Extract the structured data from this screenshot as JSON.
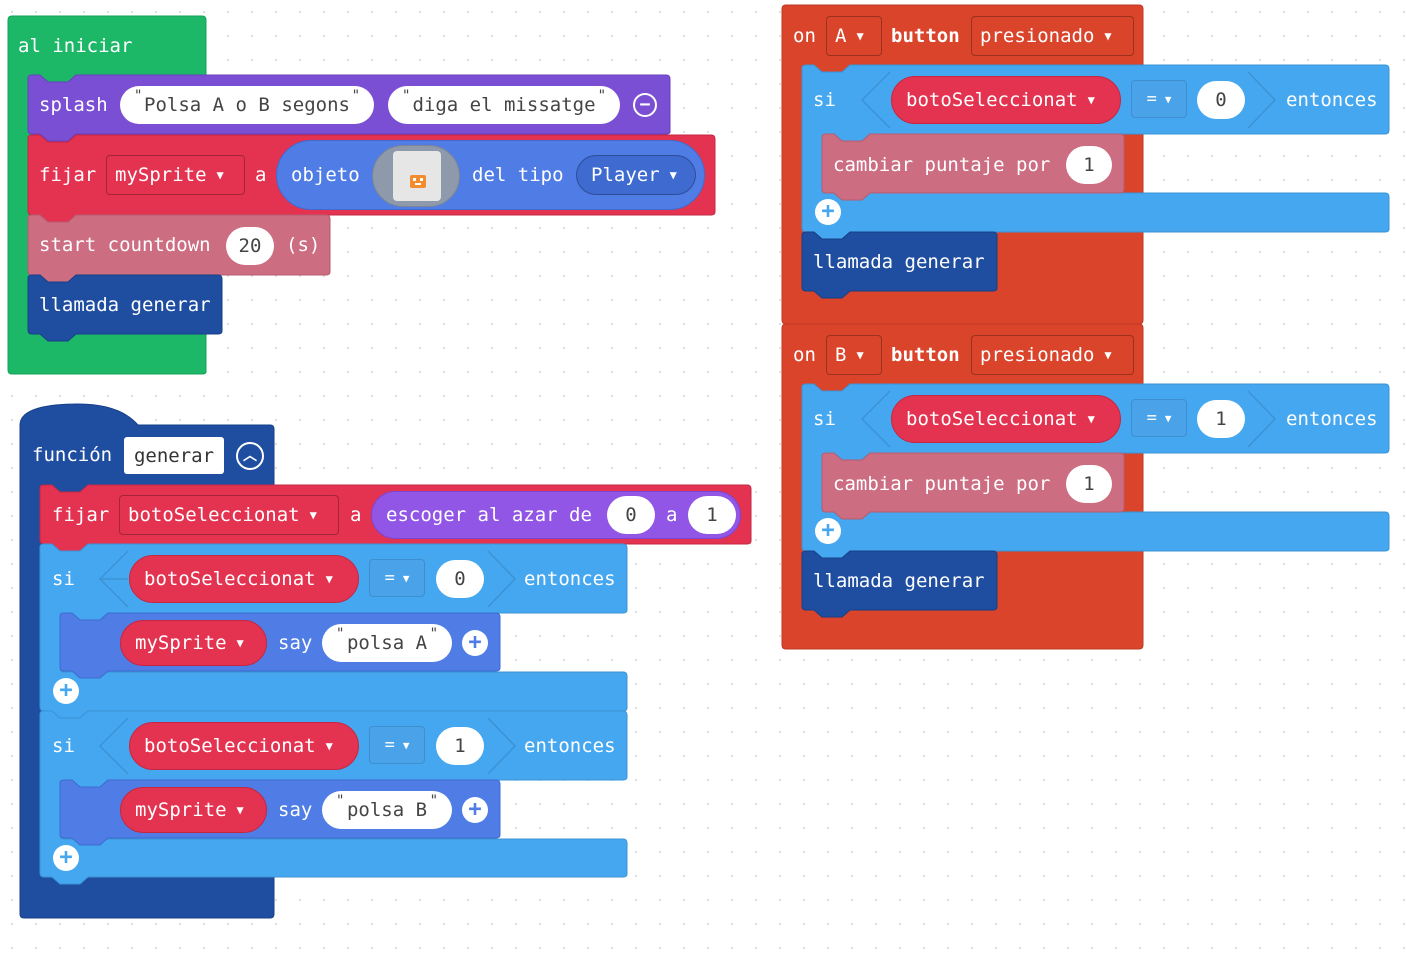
{
  "colors": {
    "on_start": "#1db768",
    "splash": "#7b4fd4",
    "sprites": "#e33350",
    "info": "#cc6d82",
    "functions": "#1f4ea1",
    "logic": "#45a7ef",
    "controller": "#d9442b",
    "random": "#9156e6",
    "object": "#4f7de5"
  },
  "on_start_block": {
    "header": "al iniciar",
    "splash": {
      "label": "splash",
      "text1": "Polsa A o B segons",
      "text2": "diga el missatge",
      "minus_icon": "minus-circle-icon"
    },
    "set_sprite": {
      "label_set": "fijar",
      "variable": "mySprite",
      "label_to": "a",
      "label_object": "objeto",
      "label_kind": "del tipo",
      "kind": "Player"
    },
    "countdown": {
      "label": "start countdown",
      "value": "20",
      "unit": "(s)"
    },
    "call": "llamada generar"
  },
  "function_block": {
    "label": "función",
    "name": "generar",
    "collapse_icon": "chevron-up-circle-icon",
    "set_random": {
      "label_set": "fijar",
      "variable": "botoSeleccionat",
      "label_to": "a",
      "label_random": "escoger al azar de",
      "from": "0",
      "label_and": "a",
      "to": "1"
    },
    "if_blocks": [
      {
        "label_if": "si",
        "variable": "botoSeleccionat",
        "op": "=",
        "value": "0",
        "label_then": "entonces",
        "say": {
          "sprite": "mySprite",
          "label": "say",
          "text": "polsa A"
        }
      },
      {
        "label_if": "si",
        "variable": "botoSeleccionat",
        "op": "=",
        "value": "1",
        "label_then": "entonces",
        "say": {
          "sprite": "mySprite",
          "label": "say",
          "text": "polsa B"
        }
      }
    ]
  },
  "button_events": [
    {
      "label_on": "on",
      "button": "A",
      "label_button": "button",
      "event": "presionado",
      "if": {
        "label_if": "si",
        "variable": "botoSeleccionat",
        "op": "=",
        "value": "0",
        "label_then": "entonces",
        "change": {
          "label": "cambiar puntaje por",
          "value": "1"
        }
      },
      "call": "llamada generar"
    },
    {
      "label_on": "on",
      "button": "B",
      "label_button": "button",
      "event": "presionado",
      "if": {
        "label_if": "si",
        "variable": "botoSeleccionat",
        "op": "=",
        "value": "1",
        "label_then": "entonces",
        "change": {
          "label": "cambiar puntaje por",
          "value": "1"
        }
      },
      "call": "llamada generar"
    }
  ]
}
